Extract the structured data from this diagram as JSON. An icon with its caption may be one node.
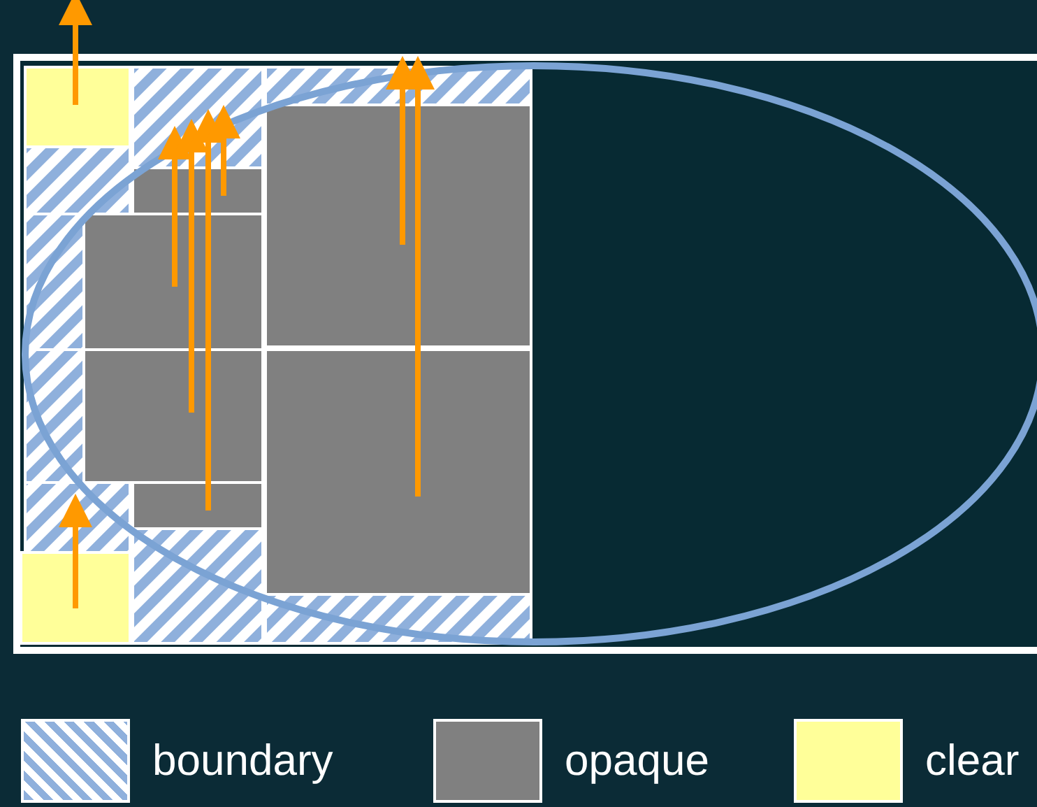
{
  "diagram": {
    "legend": [
      {
        "text": "boundary"
      },
      {
        "text": "opaque",
        "color": "#808080"
      },
      {
        "text": "clear",
        "color": "#ffff99"
      }
    ]
  }
}
